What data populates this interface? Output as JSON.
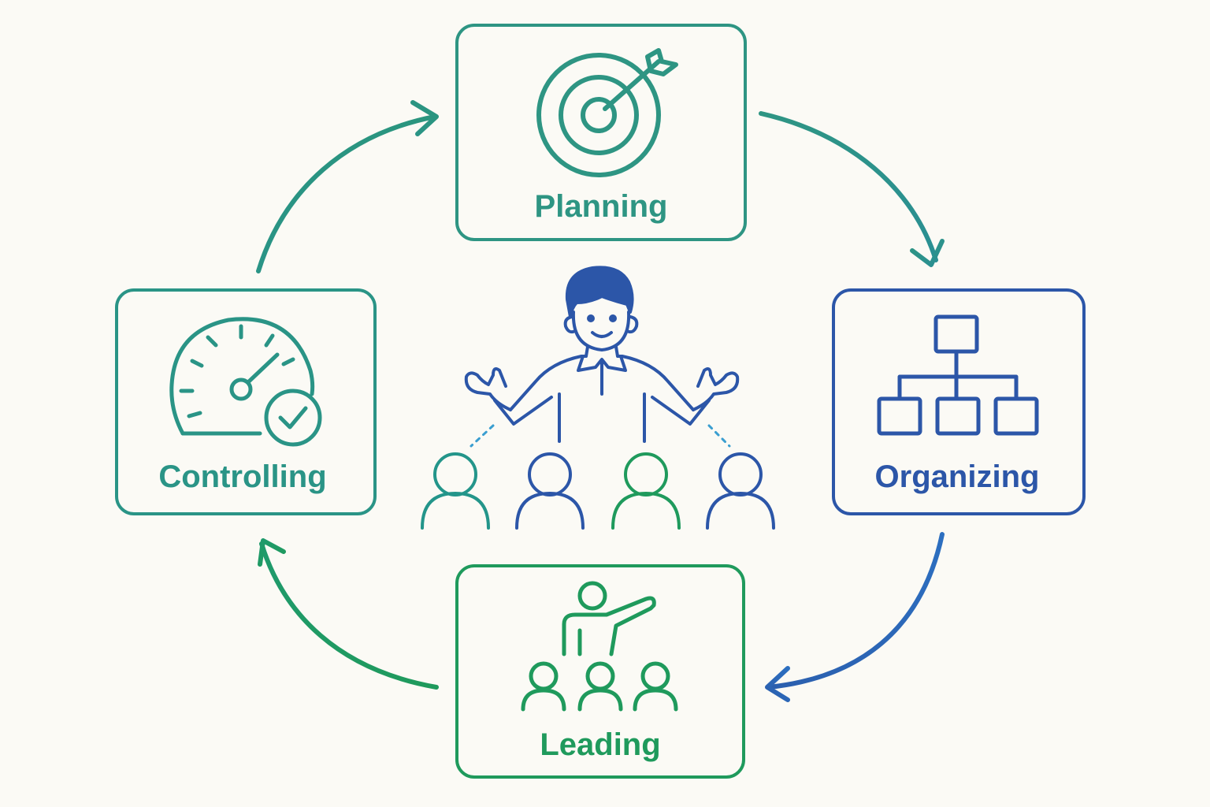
{
  "diagram": {
    "stages": {
      "planning": {
        "label": "Planning",
        "color": "#2e9583"
      },
      "organizing": {
        "label": "Organizing",
        "color": "#2c56a8"
      },
      "leading": {
        "label": "Leading",
        "color": "#1f9a5c"
      },
      "controlling": {
        "label": "Controlling",
        "color": "#2a9486"
      }
    },
    "center": {
      "manager_color": "#2c56a8",
      "team_colors": [
        "#23958a",
        "#2c56a8",
        "#1f9a5c",
        "#2c56a8"
      ]
    },
    "flow_order": [
      "planning",
      "organizing",
      "leading",
      "controlling"
    ]
  }
}
